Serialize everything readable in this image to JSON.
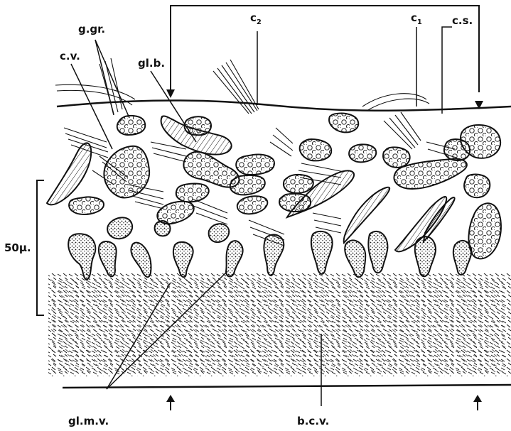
{
  "labels": {
    "g_gr": "g.gr.",
    "c_v": "c.v.",
    "gl_b": "gl.b.",
    "c2_letter": "c",
    "c2_sub": "2",
    "c1_letter": "c",
    "c1_sub": "1",
    "c_s": "c.s.",
    "scale": "50μ.",
    "gl_m_v": "gl.m.v.",
    "b_c_v": "b.c.v."
  },
  "colors": {
    "ink": "#111111",
    "paper": "#ffffff"
  }
}
